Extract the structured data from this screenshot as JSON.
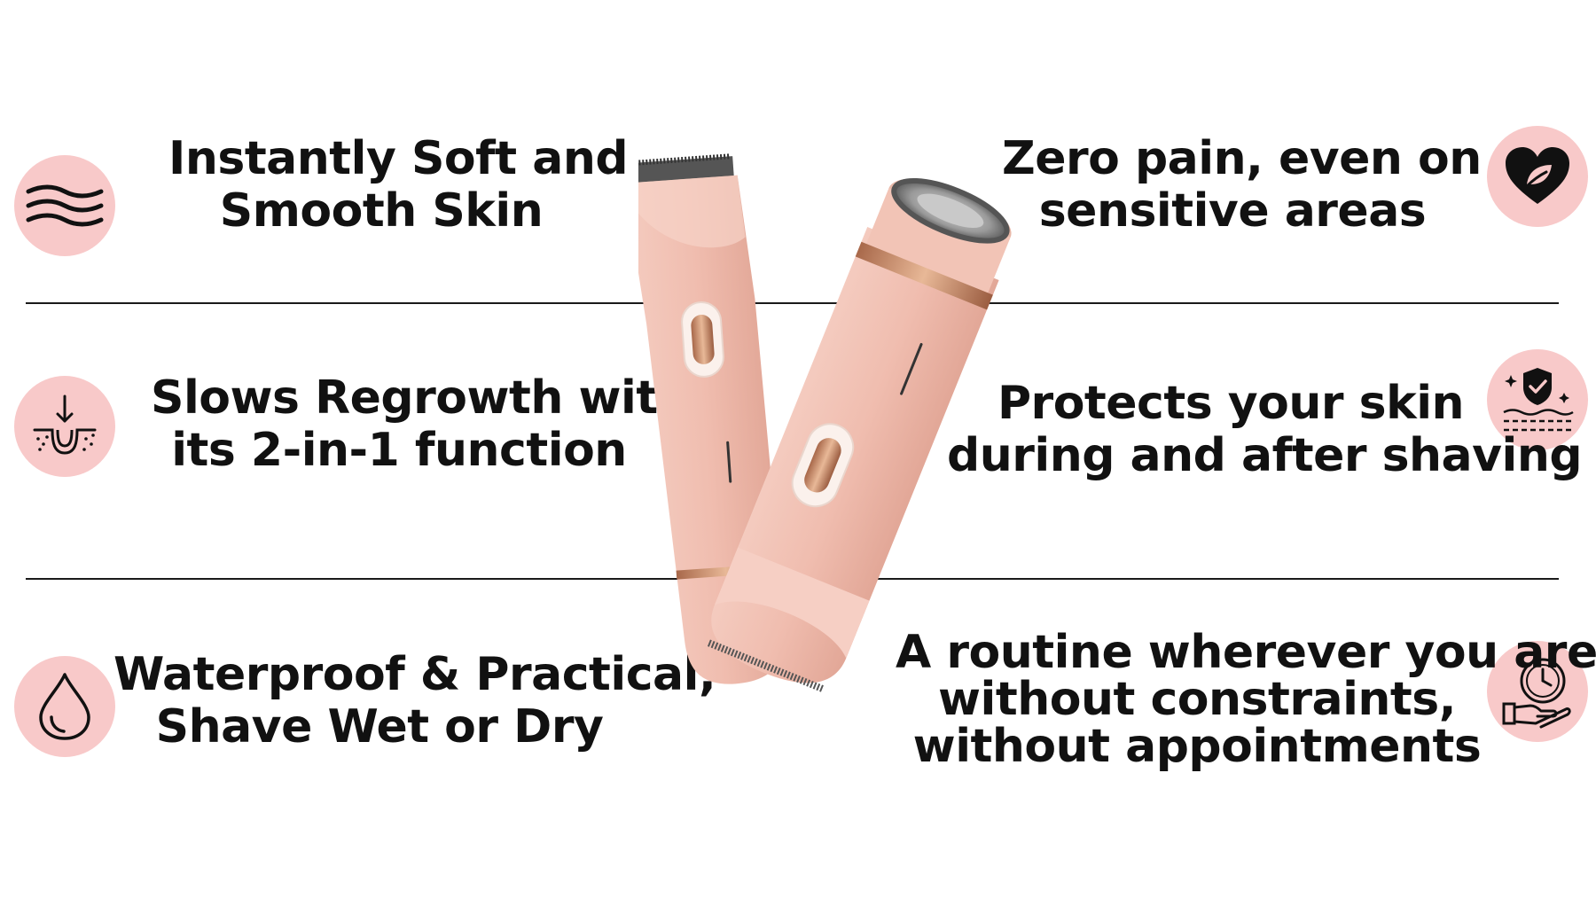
{
  "features": {
    "left": [
      {
        "line1": "Instantly Soft and",
        "line2": "Smooth Skin",
        "icon": "waves-icon"
      },
      {
        "line1": "Slows Regrowth with",
        "line2": "its 2-in-1 function",
        "icon": "hair-follicle-icon"
      },
      {
        "line1": "Waterproof & Practical,",
        "line2": "Shave Wet or Dry",
        "icon": "water-drop-icon"
      }
    ],
    "right": [
      {
        "line1": "Zero pain, even on",
        "line2": "sensitive areas",
        "icon": "heart-leaf-icon"
      },
      {
        "line1": "Protects your skin",
        "line2": "during and after shaving",
        "icon": "shield-skin-icon"
      },
      {
        "line1": "A routine wherever you are,",
        "line2": "without constraints,",
        "line3": "without appointments",
        "icon": "clock-hand-icon"
      }
    ]
  },
  "colors": {
    "icon_background": "#f8c9c9",
    "product_pink": "#f1c2b6",
    "rose_gold": "#c98e6e",
    "text": "#111111"
  }
}
